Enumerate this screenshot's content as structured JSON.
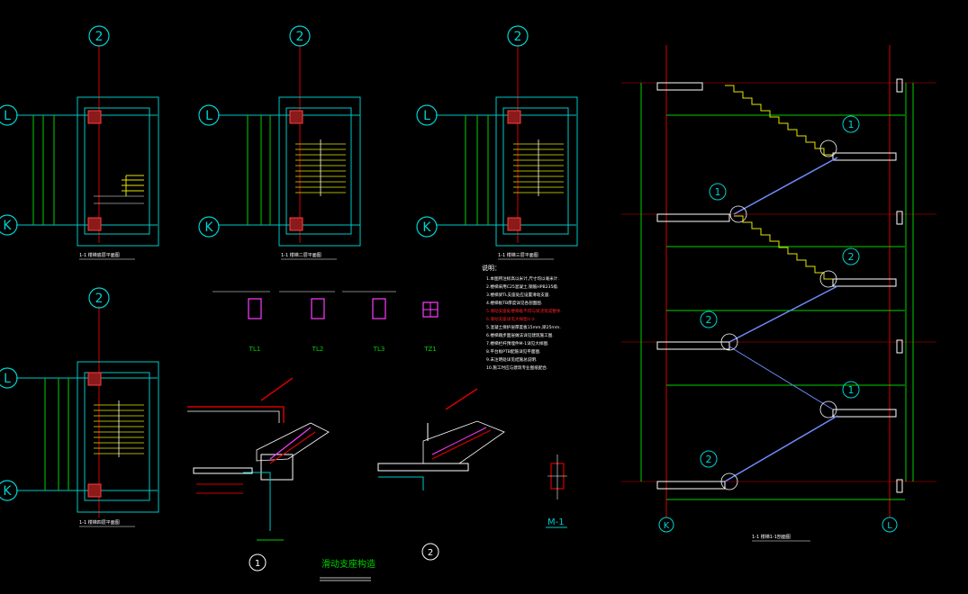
{
  "colors": {
    "background": "#000000",
    "axis_red": "#d40000",
    "wall_cyan": "#00c8c8",
    "dim_green": "#00d200",
    "stair_yellow": "#e6e600",
    "bar_magenta": "#ff3cff",
    "stair_blue": "#6e8cff",
    "text_white": "#ffffff",
    "column_fill": "#8b1a1a"
  },
  "grid_labels": {
    "g2": "2",
    "gL": "L",
    "gK": "K",
    "g1": "1"
  },
  "plan_titles": {
    "plan1": "1-1 楼梯底层平面图",
    "plan2": "1-1 楼梯二层平面图",
    "plan3": "1-1 楼梯三层平面图",
    "plan4": "1-1 楼梯四层平面图"
  },
  "section_title": "1-1 楼梯1-1剖面图",
  "beam_labels": {
    "tl1": "TL1",
    "tl2": "TL2",
    "tl3": "TL3",
    "tz1": "TZ1"
  },
  "notes": {
    "heading": "说明：",
    "lines": [
      "1.本图所注标高以米计,尺寸均以毫米计.",
      "2.楼梯采用C25混凝土,钢筋HPB235级.",
      "3.楼梯梁TL支座处应设置滑动支座.",
      "4.楼梯板TB厚度详见各剖面图.",
      "5.混凝土保护层厚度板15mm,梁25mm.",
      "6.楼梯踏步面层做法详见建筑施工图.",
      "7.楼梯栏杆预埋件M-1详见大样图.",
      "8.平台板PTB配筋详见平面图.",
      "9.未注明处详见结施总说明.",
      "10.施工时应与建筑专业图纸配合."
    ],
    "highlight_lines": [
      "5.滑动支座处楼梯板不得与梁浇筑成整体.",
      "6.滑动支座详见大样图①②."
    ]
  },
  "detail_labels": {
    "sliding_support": "滑动支座构造",
    "m1": "M-1",
    "d1": "1",
    "d2": "2"
  }
}
